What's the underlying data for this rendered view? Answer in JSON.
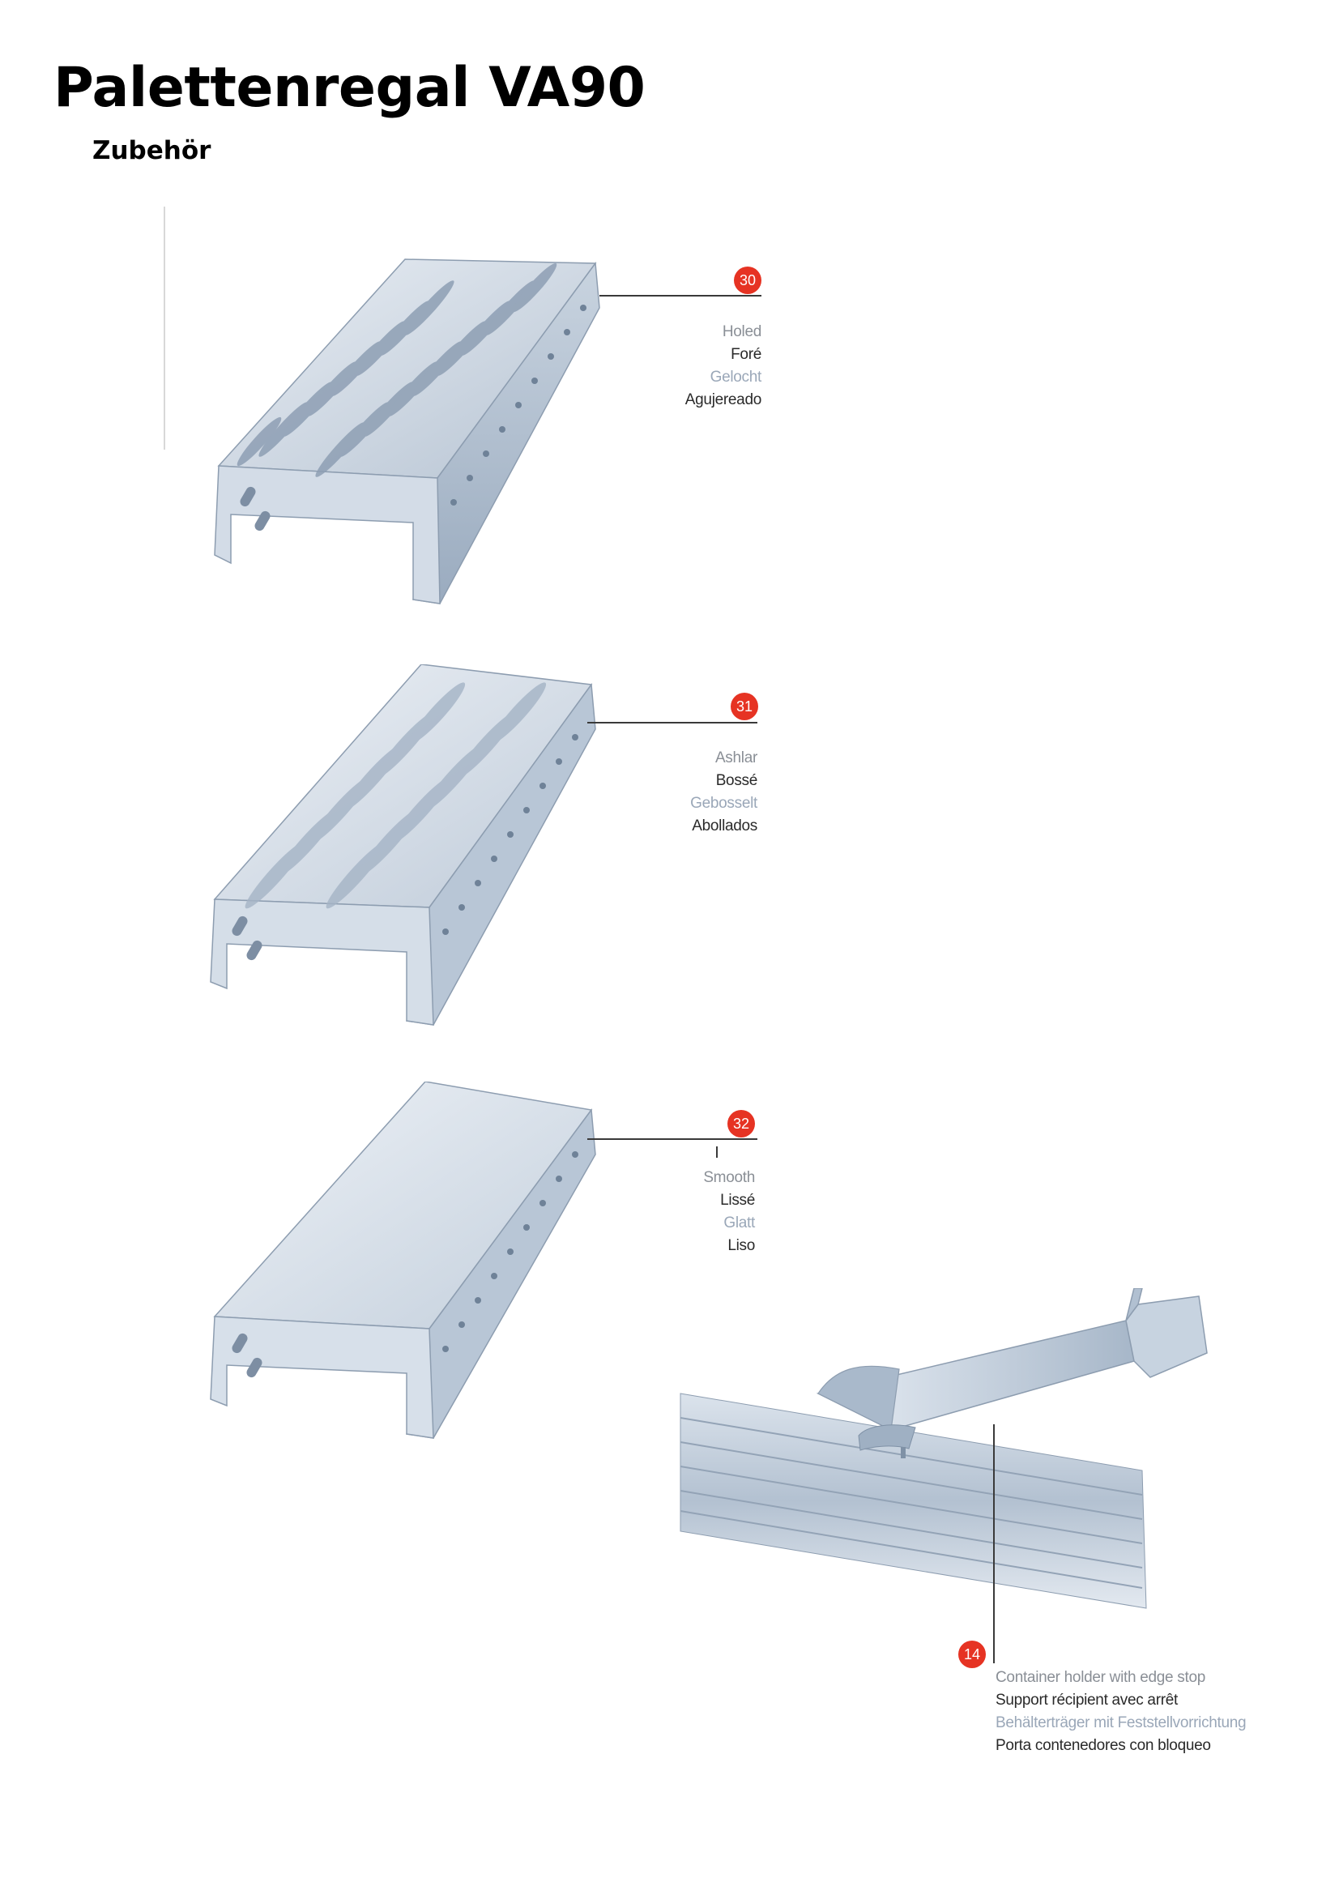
{
  "header": {
    "title": "Palettenregal VA90",
    "subtitle": "Zubehör"
  },
  "products": [
    {
      "number": "30",
      "labels": {
        "en": "Holed",
        "fr": "Foré",
        "de": "Gelocht",
        "es": "Agujereado"
      },
      "image": "perforated-shelf-panel"
    },
    {
      "number": "31",
      "labels": {
        "en": "Ashlar",
        "fr": "Bossé",
        "de": "Gebosselt",
        "es": "Abollados"
      },
      "image": "embossed-shelf-panel"
    },
    {
      "number": "32",
      "labels": {
        "en": "Smooth",
        "fr": "Lissé",
        "de": "Glatt",
        "es": "Liso"
      },
      "image": "smooth-shelf-panel"
    },
    {
      "number": "14",
      "labels": {
        "en": "Container holder with edge stop",
        "fr": "Support récipient avec arrêt",
        "de": "Behälterträger mit Feststellvorrichtung",
        "es": "Porta contenedores con bloqueo"
      },
      "image": "container-holder-on-beam"
    }
  ],
  "colors": {
    "badge": "#e63323",
    "steel_light": "#dfe6ee",
    "steel_mid": "#b9c6d4",
    "steel_dark": "#8c9db0"
  }
}
